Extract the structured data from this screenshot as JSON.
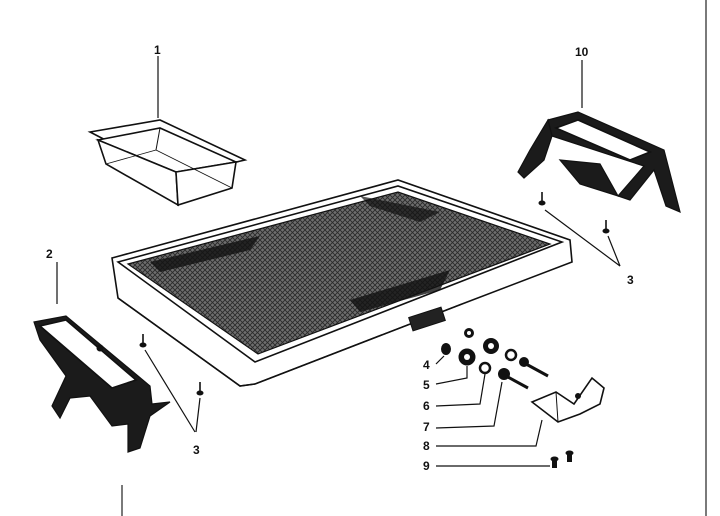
{
  "diagram": {
    "callouts": [
      {
        "id": "1",
        "label": "1"
      },
      {
        "id": "2",
        "label": "2"
      },
      {
        "id": "3a",
        "label": "3"
      },
      {
        "id": "3b",
        "label": "3"
      },
      {
        "id": "4",
        "label": "4"
      },
      {
        "id": "5",
        "label": "5"
      },
      {
        "id": "6",
        "label": "6"
      },
      {
        "id": "7",
        "label": "7"
      },
      {
        "id": "8",
        "label": "8"
      },
      {
        "id": "9",
        "label": "9"
      },
      {
        "id": "10",
        "label": "10"
      }
    ]
  }
}
